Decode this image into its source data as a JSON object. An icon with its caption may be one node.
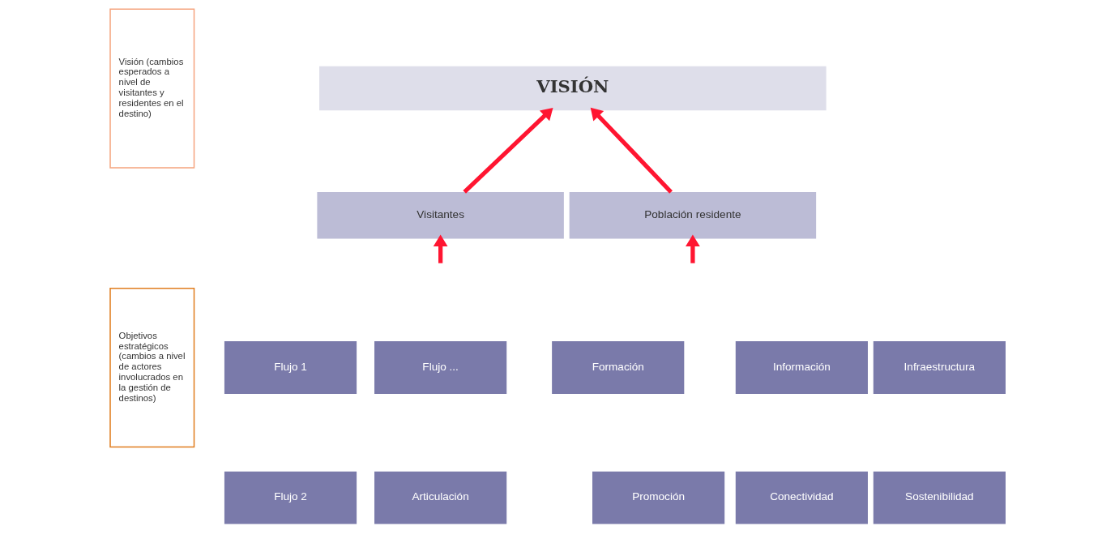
{
  "diagram": {
    "nodes": [
      {
        "text": [
          "Visión (cambios esperados a nivel de visitantes y residentes en el destino)"
        ]
      },
      {
        "text": [
          "Objetivos estratégicos (cambios a nivel de actores involucrados en la gestión de destinos)"
        ]
      },
      {
        "text": [
          "VISIÓN"
        ]
      },
      {
        "text": [
          "Visitantes"
        ]
      },
      {
        "text": [
          "Población residente"
        ]
      },
      {
        "text": [
          "Flujo 1"
        ]
      },
      {
        "text": [
          "Flujo ..."
        ]
      },
      {
        "text": [
          "Infraestructura"
        ]
      },
      {
        "text": [
          "Formación"
        ]
      },
      {
        "text": [
          "Información"
        ]
      },
      {
        "text": [
          "Flujo 2"
        ]
      },
      {
        "text": [
          "Articulación"
        ]
      },
      {
        "text": [
          "Sostenibilidad"
        ]
      },
      {
        "text": [
          "Promoción"
        ]
      },
      {
        "text": [
          "Conectividad"
        ]
      }
    ],
    "edges": [
      {
        "from": 3,
        "to": 2,
        "arrow": "to"
      },
      {
        "from": 4,
        "to": 2,
        "arrow": "to"
      },
      {
        "from": null,
        "to": 3,
        "arrow": "to"
      },
      {
        "from": null,
        "to": 4,
        "arrow": "to"
      }
    ]
  }
}
